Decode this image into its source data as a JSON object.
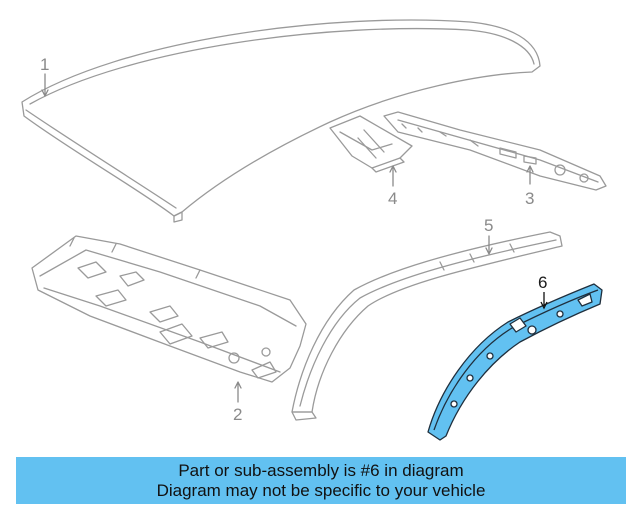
{
  "diagram": {
    "callouts": [
      {
        "label": "1",
        "highlighted": false
      },
      {
        "label": "2",
        "highlighted": false
      },
      {
        "label": "3",
        "highlighted": false
      },
      {
        "label": "4",
        "highlighted": false
      },
      {
        "label": "5",
        "highlighted": false
      },
      {
        "label": "6",
        "highlighted": true
      }
    ],
    "highlight_color": "#62c1f1",
    "line_color": "#9a9a9a"
  },
  "banner": {
    "line1": "Part or sub-assembly is #6 in diagram",
    "line2": "Diagram may not be specific to your vehicle",
    "background": "#62c1f1"
  }
}
